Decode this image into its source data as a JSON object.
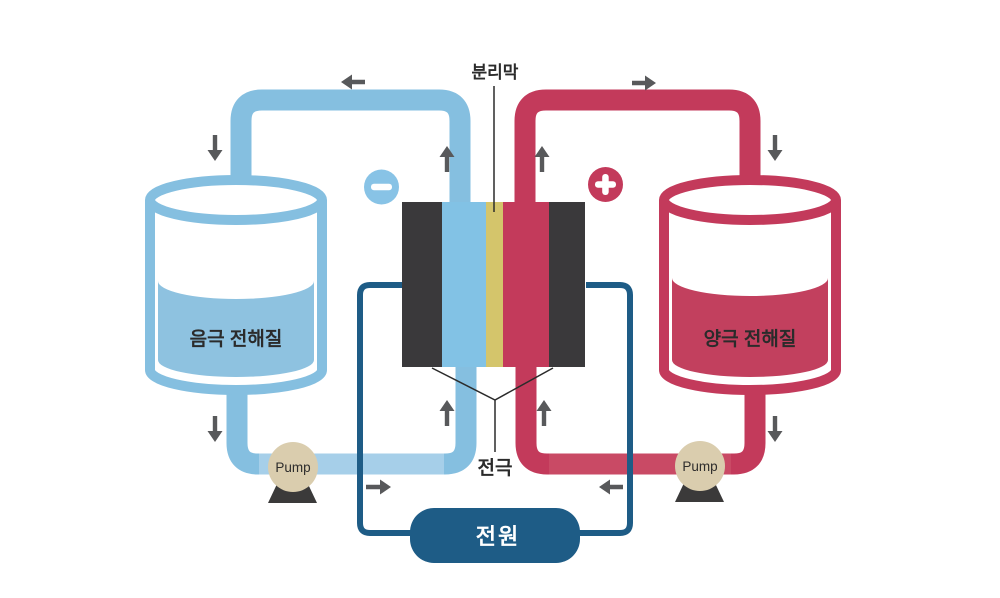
{
  "diagram": {
    "type": "redox-flow-battery-schematic",
    "labels": {
      "separator": "분리막",
      "electrode": "전극",
      "power_supply": "전원",
      "negative_tank": "음극 전해질",
      "positive_tank": "양극 전해질",
      "pump_left": "Pump",
      "pump_right": "Pump"
    },
    "signs": {
      "negative_terminal": "−",
      "positive_terminal": "+"
    },
    "colors": {
      "negative_blue": "#85bfe0",
      "negative_blue_light": "#a6cfe9",
      "negative_liquid": "#8ec2e0",
      "negative_badge": "#88c3e6",
      "positive_red": "#c33a5b",
      "positive_red_light": "#c94a65",
      "positive_liquid": "#c2405e",
      "separator_yellow": "#d4c56b",
      "electrode_dark": "#3a393b",
      "circuit_blue": "#1e5c86",
      "arrow_gray": "#58595b",
      "pump_body": "#dacdae",
      "pump_base": "#3b3a3a",
      "text_dark": "#2b2b2b"
    }
  }
}
